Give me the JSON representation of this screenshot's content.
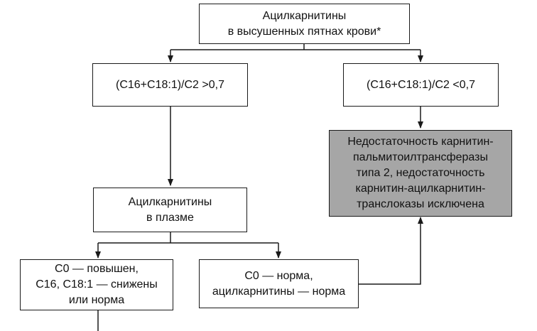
{
  "nodes": {
    "top": {
      "lines": [
        "Ацилкарнитины",
        "в высушенных пятнах крови*"
      ]
    },
    "left_ratio": {
      "lines": [
        "(C16+C18:1)/C2 >0,7"
      ]
    },
    "right_ratio": {
      "lines": [
        "(C16+C18:1)/C2 <0,7"
      ]
    },
    "excluded": {
      "lines": [
        "Недостаточность карнитин-",
        "пальмитоилтрансферазы",
        "типа 2, недостаточность",
        "карнитин-ацилкарнитин-",
        "транслоказы исключена"
      ]
    },
    "plasma": {
      "lines": [
        "Ацилкарнитины",
        "в плазме"
      ]
    },
    "c0_high": {
      "lines": [
        "C0 — повышен,",
        "C16, C18:1 — снижены",
        "или норма"
      ]
    },
    "c0_norm": {
      "lines": [
        "C0 — норма,",
        "ацилкарнитины — норма"
      ]
    }
  }
}
